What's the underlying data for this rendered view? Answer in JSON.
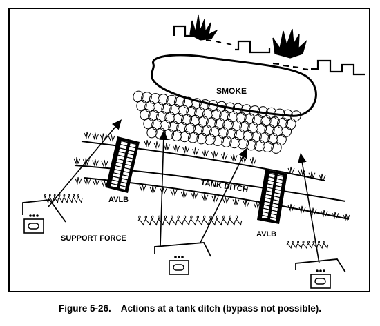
{
  "diagram": {
    "labels": {
      "smoke": "SMOKE",
      "tank_ditch": "TANK DITCH",
      "avlb_left": "AVLB",
      "avlb_right": "AVLB",
      "support_force": "SUPPORT FORCE"
    },
    "caption": {
      "number": "Figure 5-26.",
      "text": "Actions at a tank ditch (bypass not possible)."
    }
  },
  "colors": {
    "ink": "#000000",
    "background": "#ffffff"
  },
  "icons": [
    "unit-symbol-icon",
    "explosion-icon",
    "avlb-bridge-icon",
    "concertina-wire-icon"
  ]
}
